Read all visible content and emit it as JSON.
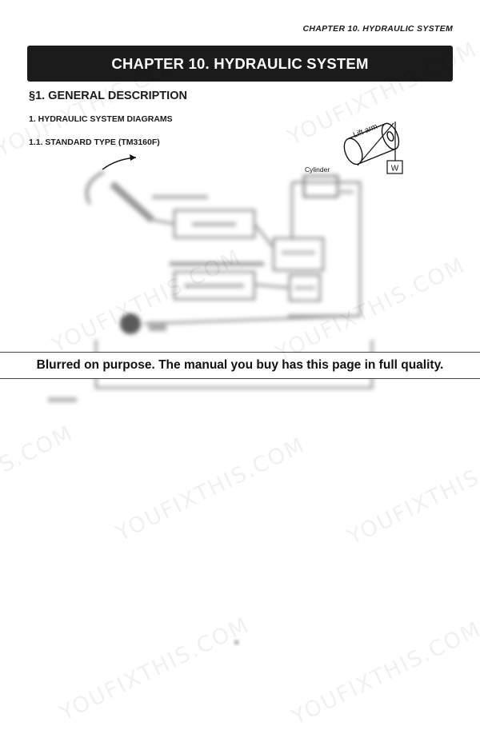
{
  "header": {
    "running_title": "CHAPTER 10. HYDRAULIC SYSTEM",
    "chapter_title": "CHAPTER 10. HYDRAULIC SYSTEM"
  },
  "content": {
    "section_title": "§1. GENERAL DESCRIPTION",
    "subsection_1": "1. HYDRAULIC SYSTEM DIAGRAMS",
    "subsection_2": "1.1. STANDARD TYPE (TM3160F)"
  },
  "diagram": {
    "lift_arm_label": "Lift arm",
    "weight_label": "W",
    "cylinder_label": "Cylinder"
  },
  "notice": {
    "text": "Blurred on purpose. The manual you buy has this page in full quality."
  },
  "watermark": {
    "text": "YOUFIXTHIS.COM",
    "color": "#000000"
  }
}
